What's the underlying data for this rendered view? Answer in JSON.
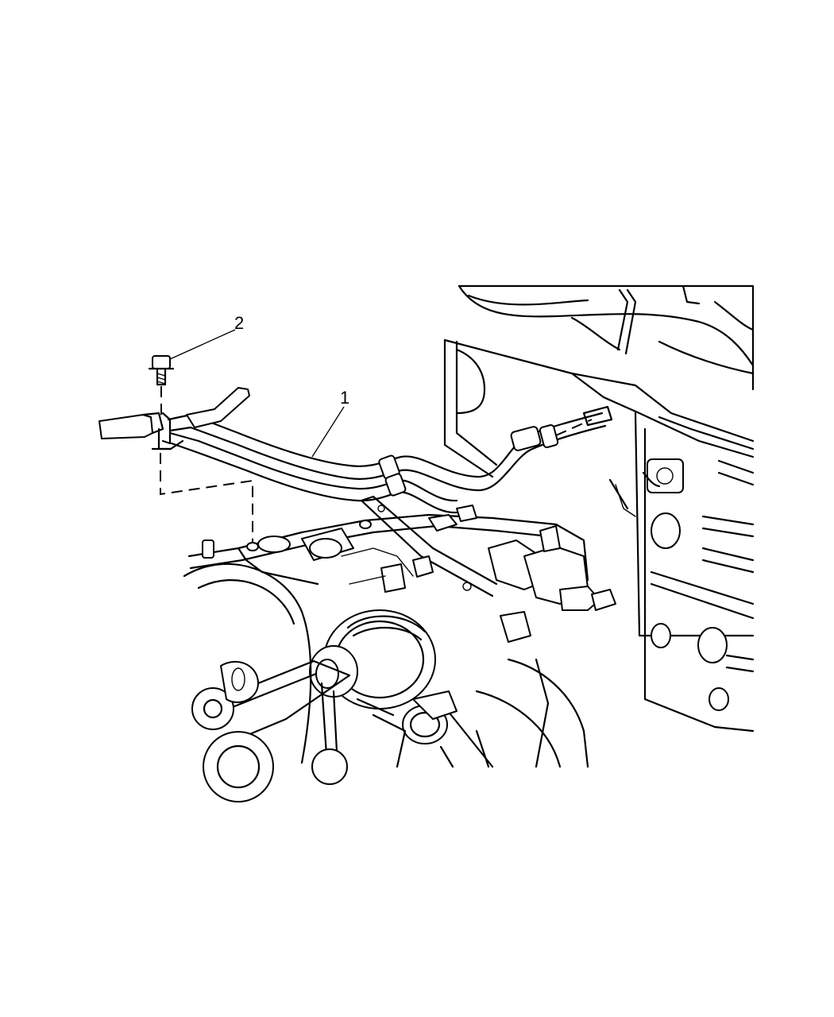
{
  "callouts": [
    {
      "label": "1",
      "name": "callout-1-hose-assembly"
    },
    {
      "label": "2",
      "name": "callout-2-bolt"
    }
  ]
}
